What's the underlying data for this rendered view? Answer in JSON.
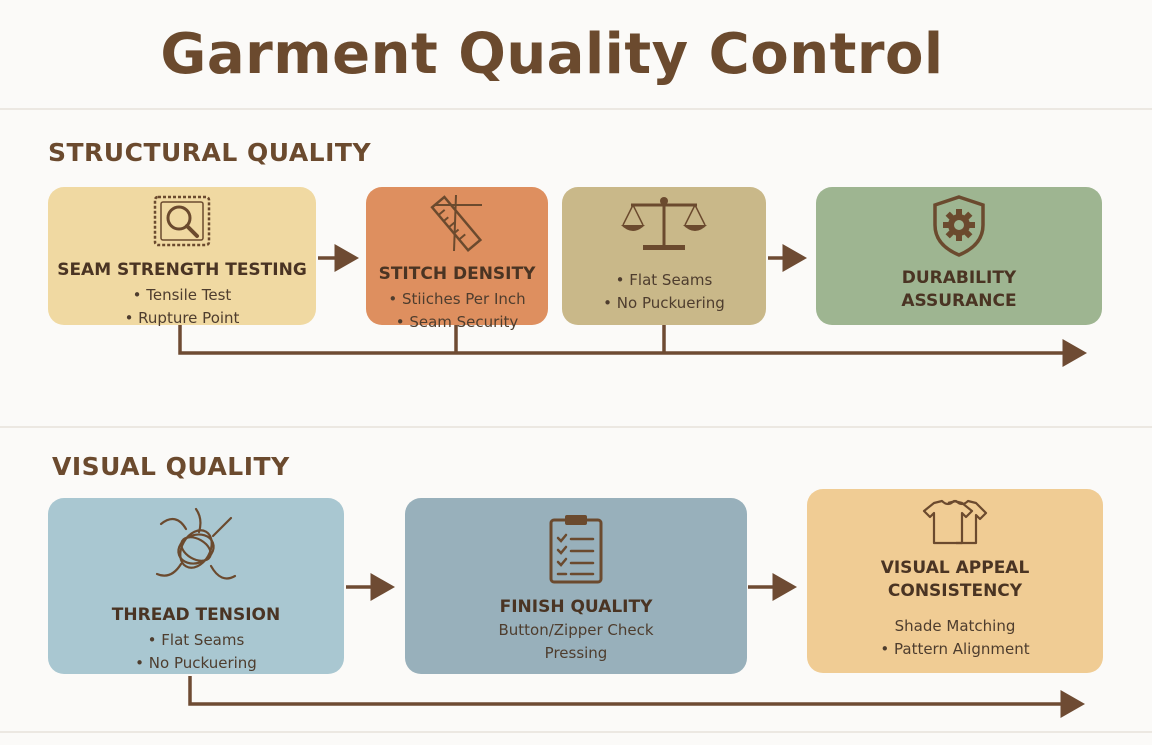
{
  "title": "Garment Quality Control",
  "colors": {
    "brown": "#6b4a2e",
    "arrow": "#6e4b33",
    "seam_card": "#f0d9a2",
    "stitch_card": "#de8f5f",
    "flat_card": "#c9b889",
    "durability_card": "#9eb591",
    "thread_card": "#a9c7d1",
    "finish_card": "#98b0bb",
    "visual_appeal_card": "#f0cc94"
  },
  "sections": {
    "structural": {
      "label": "STRUCTURAL QUALITY",
      "cards": {
        "seam": {
          "icon": "magnifier-fabric-icon",
          "title": "SEAM STRENGTH TESTING",
          "details": [
            "• Tensile Test",
            "• Rupture Point"
          ]
        },
        "stitch": {
          "icon": "needle-ruler-icon",
          "title": "STITCH DENSITY",
          "details": [
            "• Stiiches Per Inch",
            "• Seam Security"
          ]
        },
        "flat": {
          "icon": "balance-scale-icon",
          "title": "",
          "details": [
            "• Flat Seams",
            "• No Puckuering"
          ]
        },
        "durability": {
          "icon": "shield-gear-icon",
          "title": "DURABILITY\nASSURANCE",
          "details": []
        }
      }
    },
    "visual": {
      "label": "VISUAL QUALITY",
      "cards": {
        "thread": {
          "icon": "tangled-thread-icon",
          "title": "THREAD TENSION",
          "details": [
            "• Flat Seams",
            "• No Puckuering"
          ]
        },
        "finish": {
          "icon": "clipboard-checklist-icon",
          "title": "FINISH QUALITY",
          "details": [
            "Button/Zipper Check",
            "Pressing"
          ]
        },
        "appeal": {
          "icon": "tshirts-icon",
          "title": "VISUAL APPEAL\nCONSISTENCY",
          "details": [
            "Shade Matching",
            "• Pattern Alignment"
          ]
        }
      }
    }
  }
}
